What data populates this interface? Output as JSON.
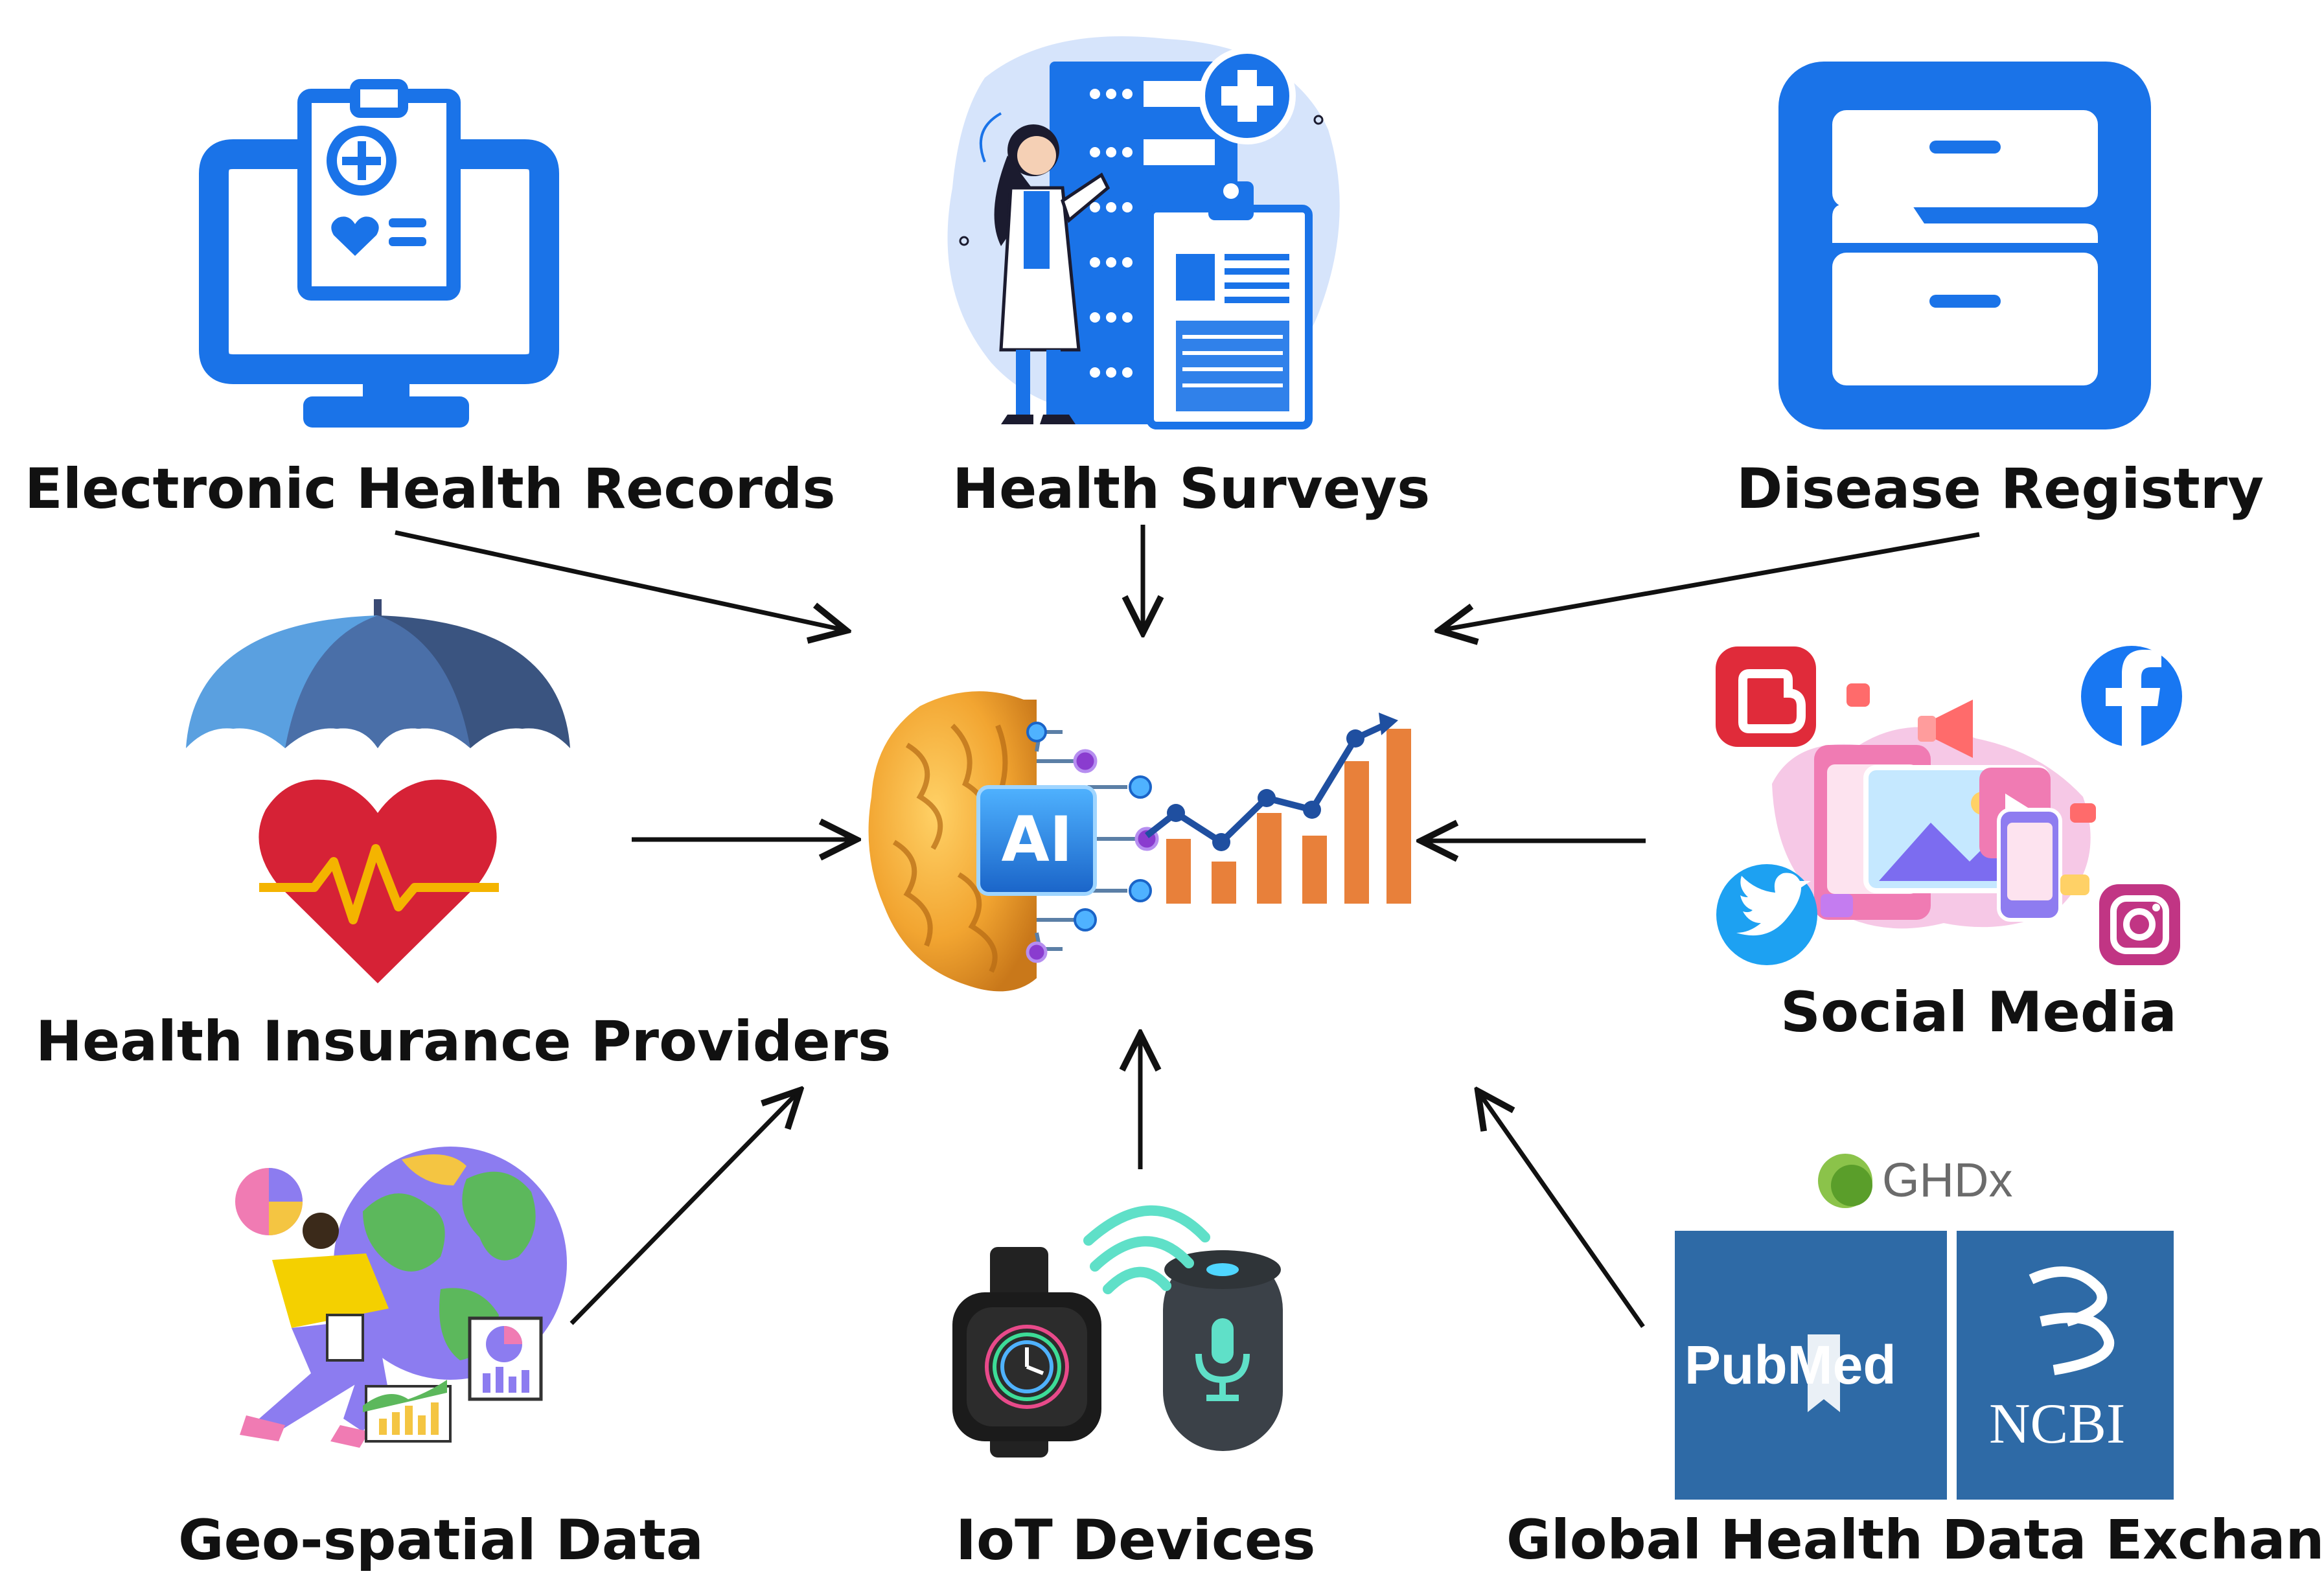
{
  "sources": {
    "ehr": "Electronic Health Records",
    "surveys": "Health Surveys",
    "registry": "Disease Registry",
    "insurance": "Health Insurance Providers",
    "social": "Social Media",
    "geo": "Geo-spatial Data",
    "iot": "IoT Devices",
    "ghdx": "Global Health Data Exchange"
  },
  "hub": {
    "ai_text": "AI"
  },
  "logos": {
    "ghdx": "GHDx",
    "pubmed": "PubMed",
    "ncbi": "NCBI"
  },
  "colors": {
    "primary_blue": "#1a73e8",
    "bar_orange": "#e8803a",
    "trend_blue": "#1f4fa0",
    "heart_red": "#d62236",
    "pubmed_blue": "#2e6aa6",
    "arrow": "#111111"
  }
}
